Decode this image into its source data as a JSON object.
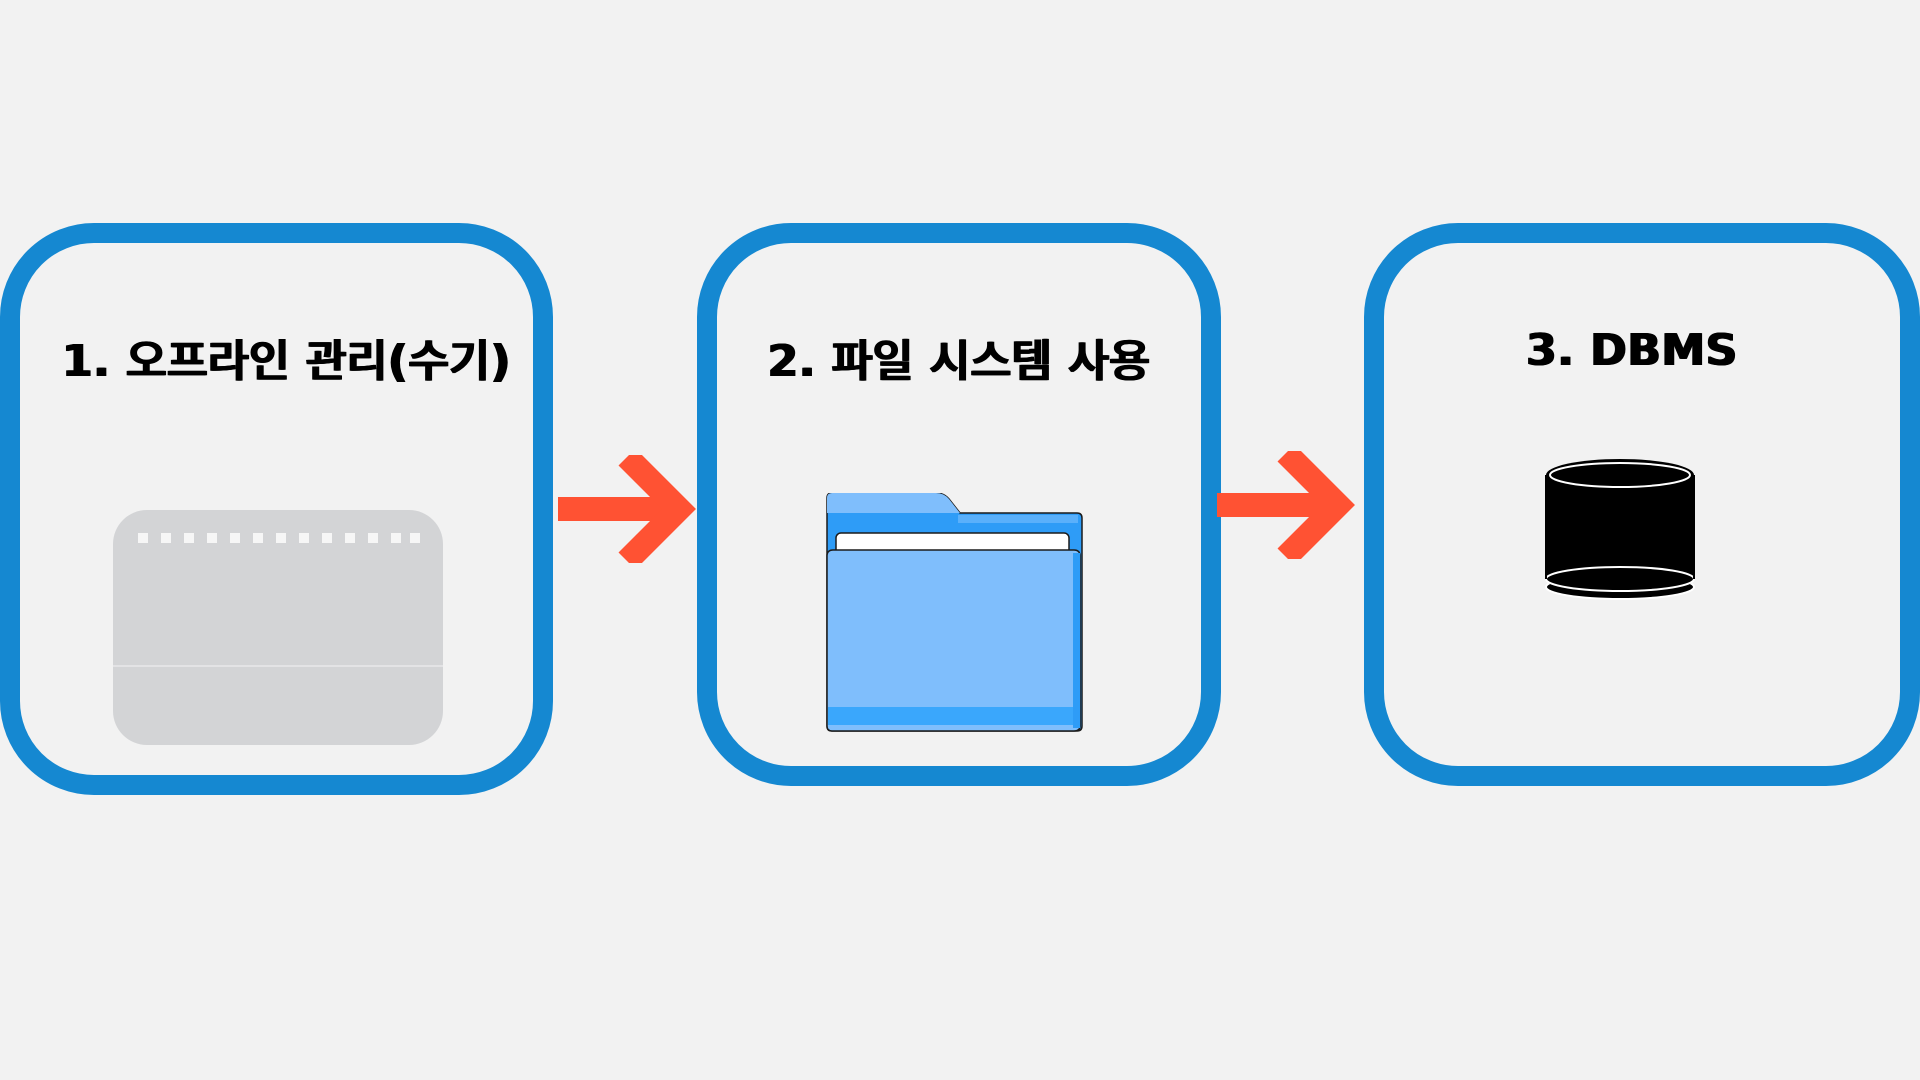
{
  "steps": [
    {
      "label": "1. 오프라인 관리(수기)",
      "icon": "notepad-icon"
    },
    {
      "label": "2. 파일 시스템 사용",
      "icon": "folder-icon"
    },
    {
      "label": "3. DBMS",
      "icon": "database-icon"
    }
  ],
  "connectors": [
    {
      "icon": "arrow-right-icon"
    },
    {
      "icon": "arrow-right-icon"
    }
  ],
  "colors": {
    "background": "#f2f2f2",
    "card_border": "#1588d1",
    "arrow": "#ff5233",
    "folder_light": "#7fbefc",
    "folder_dark": "#2e9cf7",
    "notepad": "#d3d4d6",
    "database": "#000000"
  }
}
